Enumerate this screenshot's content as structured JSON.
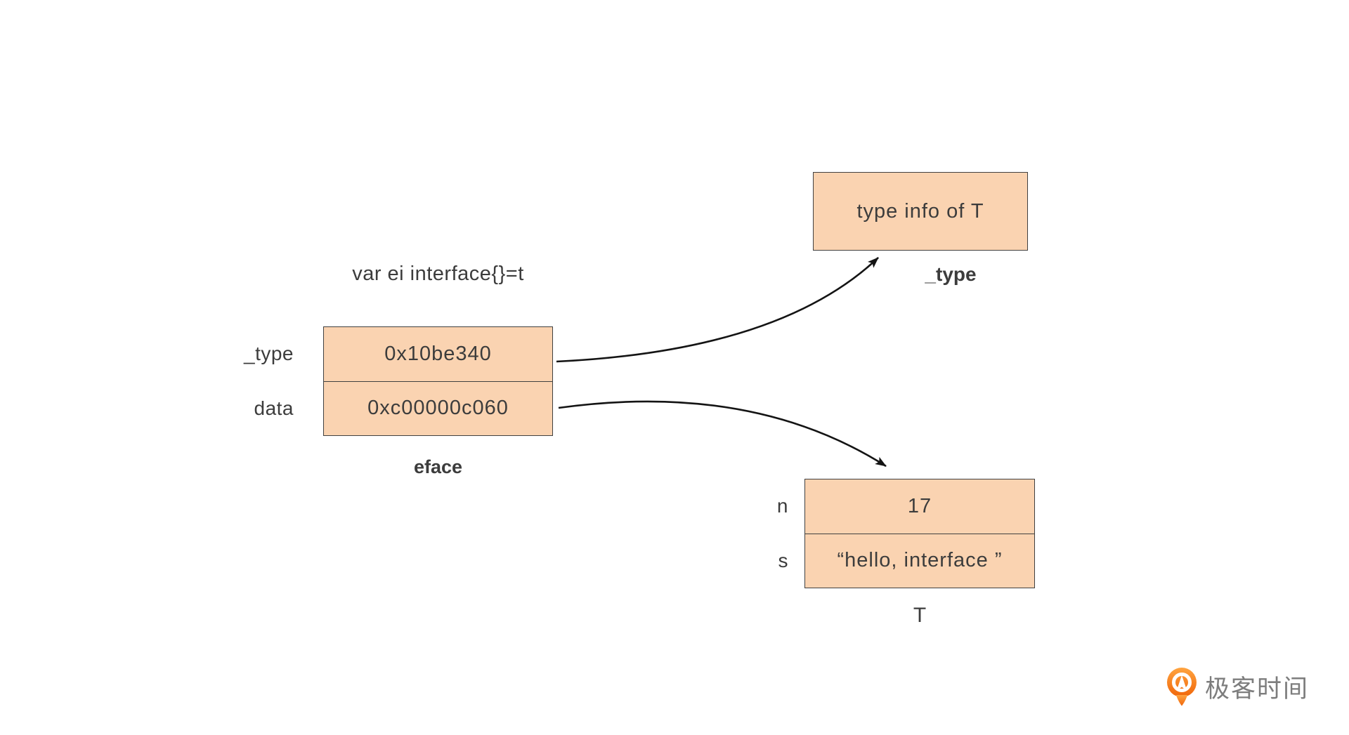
{
  "diagram": {
    "declaration_text": "var ei interface{}=t",
    "eface": {
      "caption": "eface",
      "rows": [
        {
          "label": "_type",
          "value": "0x10be340"
        },
        {
          "label": "data",
          "value": "0xc00000c060"
        }
      ]
    },
    "type_info": {
      "text": "type info of T",
      "caption": "_type"
    },
    "t_struct": {
      "caption": "T",
      "rows": [
        {
          "label": "n",
          "value": "17"
        },
        {
          "label": "s",
          "value": "“hello, interface ”"
        }
      ]
    },
    "colors": {
      "box_fill": "#FAD3B1",
      "box_border": "#404040",
      "text": "#3C3C3C",
      "arrow": "#141414",
      "logo_orange": "#F97C1C",
      "logo_text": "#7D7D7D"
    }
  },
  "logo": {
    "text": "极客时间",
    "icon": "geektime-pin-icon"
  }
}
